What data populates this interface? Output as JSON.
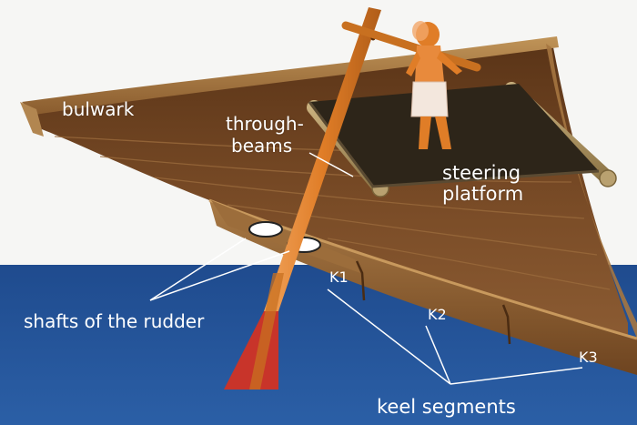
{
  "labels": {
    "bulwark": "bulwark",
    "through_beams_1": "through-",
    "through_beams_2": "beams",
    "steering_1": "steering",
    "steering_2": "platform",
    "shafts": "shafts of the rudder",
    "k1": "K1",
    "k2": "K2",
    "k3": "K3",
    "keel": "keel segments"
  },
  "colors": {
    "sky": "#f6f6f4",
    "water": "#234f8f",
    "hull_inside": "#6a3f1f",
    "hull_rim": "#a8783f",
    "keel": "#8a5a2e",
    "rudder": "#e07d27",
    "rudder_blade": "#c8342a",
    "platform": "#2d2519"
  }
}
